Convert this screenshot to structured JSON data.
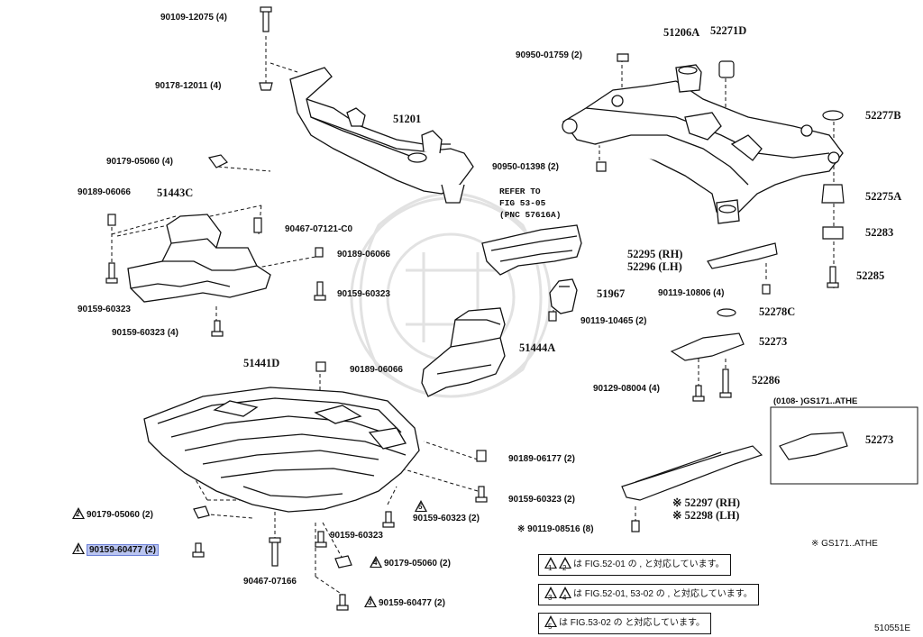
{
  "labels": {
    "p90109_12075": "90109-12075 (4)",
    "p90178_12011": "90178-12011 (4)",
    "p51201": "51201",
    "p90179_05060_4": "90179-05060 (4)",
    "p90189_06066_a": "90189-06066",
    "p51443c": "51443C",
    "p90467_07121": "90467-07121-C0",
    "p90189_06066_b": "90189-06066",
    "p90159_60323_a": "90159-60323",
    "p90159_60323_b": "90159-60323",
    "p90159_60323_4": "90159-60323 (4)",
    "p51441d": "51441D",
    "p90189_06066_c": "90189-06066",
    "p51444a": "51444A",
    "p90189_06177": "90189-06177 (2)",
    "p90159_60323_2a": "90159-60323 (2)",
    "p90179_05060_2a": "90179-05060 (2)",
    "p90159_60477_2a": "90159-60477 (2)",
    "p90159_60323_2b": "90159-60323 (2)",
    "p90159_60323_c": "90159-60323",
    "p90467_07166": "90467-07166",
    "p90179_05060_2b": "90179-05060 (2)",
    "p90159_60477_2b": "90159-60477 (2)",
    "p90950_01759": "90950-01759 (2)",
    "p51206a": "51206A",
    "p52271d": "52271D",
    "p52277b": "52277B",
    "p90950_01398": "90950-01398 (2)",
    "p52275a": "52275A",
    "p52283": "52283",
    "refer1": "REFER TO",
    "refer2": "FIG 53-05",
    "refer3": "(PNC 57616A)",
    "p52295": "52295 (RH)",
    "p52296": "52296 (LH)",
    "p51967": "51967",
    "p90119_10806": "90119-10806 (4)",
    "p52285": "52285",
    "p90119_10465": "90119-10465 (2)",
    "p52278c": "52278C",
    "p52273_a": "52273",
    "p52286": "52286",
    "p90129_08004": "90129-08004 (4)",
    "variant_header": "(0108-        )GS171..ATHE",
    "p52273_b": "52273",
    "p52297": "※ 52297 (RH)",
    "p52298": "※ 52298 (LH)",
    "p90119_08516": "※ 90119-08516 (8)",
    "footnote": "※ GS171..ATHE",
    "note1": "は FIG.52-01 の     ,     と対応しています。",
    "note2": "は FIG.52-01, 53-02 の     ,     と対応しています。",
    "note3": "は FIG.53-02 の     と対応しています。",
    "figure_id": "510551E"
  },
  "triangles": {
    "t1": "1",
    "t2": "2",
    "t3": "3",
    "t4": "4",
    "t5": "5"
  },
  "colors": {
    "ink": "#111111",
    "highlight": "#b9c4f0",
    "watermark": "#e4e4e4"
  }
}
